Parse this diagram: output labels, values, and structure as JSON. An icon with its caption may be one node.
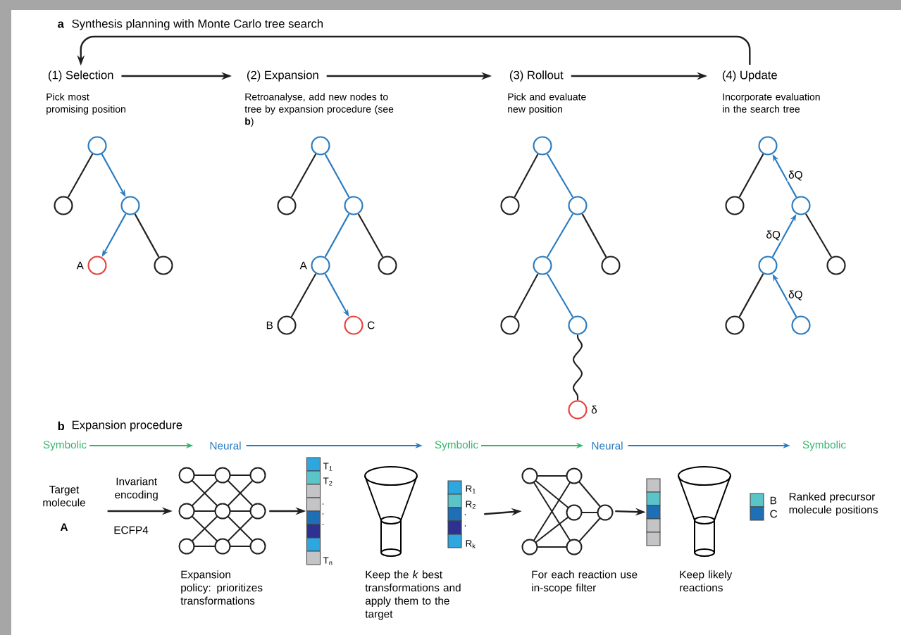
{
  "diagram": {
    "nodes": [
      {
        "text": [
          "(1) Selection"
        ],
        "beside": [
          "Pick most promising position"
        ]
      },
      {
        "text": [
          "(2) Expansion"
        ],
        "beside": [
          "Retroanalyse, add new nodes to tree by expansion procedure (see **b**)"
        ]
      },
      {
        "text": [
          "(3) Rollout"
        ],
        "beside": [
          "Pick and evaluate new position"
        ]
      },
      {
        "text": [
          "(4) Update"
        ],
        "beside": [
          "Incorporate evaluation in the search tree"
        ]
      },
      {
        "text": [],
        "shape": "circle"
      },
      {
        "text": [],
        "shape": "circle"
      },
      {
        "text": [],
        "shape": "circle"
      },
      {
        "text": [],
        "shape": "circle",
        "beside": [
          "A"
        ]
      },
      {
        "text": [],
        "shape": "circle"
      },
      {
        "text": [],
        "shape": "circle"
      },
      {
        "text": [],
        "shape": "circle"
      },
      {
        "text": [],
        "shape": "circle"
      },
      {
        "text": [],
        "shape": "circle",
        "beside": [
          "A"
        ]
      },
      {
        "text": [],
        "shape": "circle"
      },
      {
        "text": [],
        "shape": "circle",
        "beside": [
          "B"
        ]
      },
      {
        "text": [],
        "shape": "circle",
        "beside": [
          "C"
        ]
      },
      {
        "text": [],
        "shape": "circle"
      },
      {
        "text": [],
        "shape": "circle"
      },
      {
        "text": [],
        "shape": "circle"
      },
      {
        "text": [],
        "shape": "circle"
      },
      {
        "text": [],
        "shape": "circle"
      },
      {
        "text": [],
        "shape": "circle"
      },
      {
        "text": [],
        "shape": "circle"
      },
      {
        "text": [],
        "shape": "circle",
        "beside": [
          "δ"
        ]
      },
      {
        "text": [],
        "shape": "circle"
      },
      {
        "text": [],
        "shape": "circle"
      },
      {
        "text": [],
        "shape": "circle"
      },
      {
        "text": [],
        "shape": "circle"
      },
      {
        "text": [],
        "shape": "circle"
      },
      {
        "text": [],
        "shape": "circle"
      },
      {
        "text": [],
        "shape": "circle"
      },
      {
        "text": [
          "Symbolic"
        ]
      },
      {
        "text": [
          "Neural"
        ]
      },
      {
        "text": [
          "Symbolic"
        ]
      },
      {
        "text": [
          "Neural"
        ]
      },
      {
        "text": [
          "Symbolic"
        ]
      },
      {
        "text": [
          "Target molecule",
          "A"
        ]
      },
      {
        "text": [],
        "shape": "picture",
        "beside": [
          "Expansion policy: prioritizes transformations"
        ]
      },
      {
        "text": [],
        "shape": "bar",
        "beside": [
          "T$_{1}$",
          "T$_{2}$",
          ".",
          ".",
          ".",
          "T$_{n}$"
        ]
      },
      {
        "text": [],
        "shape": "picture",
        "beside": [
          "Keep the *k* best transformations and apply them to the target"
        ]
      },
      {
        "text": [],
        "shape": "bar",
        "beside": [
          "R$_{1}$",
          "R$_{2}$",
          ".",
          ".",
          "R$_{k}$"
        ]
      },
      {
        "text": [],
        "shape": "picture",
        "beside": [
          "For each reaction use in-scope filter"
        ]
      },
      {
        "text": [],
        "shape": "bar"
      },
      {
        "text": [],
        "shape": "picture",
        "beside": [
          "Keep likely reactions"
        ]
      }
    ],
    "edges": [
      {
        "from": 0,
        "to": 1,
        "arrow": "to"
      },
      {
        "from": 1,
        "to": 2,
        "arrow": "to"
      },
      {
        "from": 2,
        "to": 3,
        "arrow": "to"
      },
      {
        "from": 3,
        "to": 0,
        "arrow": "to"
      },
      {
        "from": 4,
        "to": 5,
        "arrow": "none"
      },
      {
        "from": 4,
        "to": 6,
        "arrow": "to",
        "color": "#2a7bbf"
      },
      {
        "from": 6,
        "to": 7,
        "arrow": "to",
        "color": "#2a7bbf"
      },
      {
        "from": 6,
        "to": 8,
        "arrow": "none"
      },
      {
        "from": 9,
        "to": 10,
        "arrow": "none"
      },
      {
        "from": 9,
        "to": 11,
        "arrow": "none",
        "color": "#2a7bbf"
      },
      {
        "from": 11,
        "to": 12,
        "arrow": "none",
        "color": "#2a7bbf"
      },
      {
        "from": 11,
        "to": 13,
        "arrow": "none"
      },
      {
        "from": 12,
        "to": 14,
        "arrow": "none"
      },
      {
        "from": 12,
        "to": 15,
        "arrow": "to",
        "color": "#2a7bbf"
      },
      {
        "from": 16,
        "to": 17,
        "arrow": "none"
      },
      {
        "from": 16,
        "to": 18,
        "arrow": "none",
        "color": "#2a7bbf"
      },
      {
        "from": 18,
        "to": 19,
        "arrow": "none",
        "color": "#2a7bbf"
      },
      {
        "from": 18,
        "to": 20,
        "arrow": "none"
      },
      {
        "from": 19,
        "to": 21,
        "arrow": "none"
      },
      {
        "from": 19,
        "to": 22,
        "arrow": "none",
        "color": "#2a7bbf"
      },
      {
        "from": 22,
        "to": 23,
        "arrow": "none"
      },
      {
        "from": 24,
        "to": 25,
        "arrow": "none"
      },
      {
        "from": 26,
        "to": 24,
        "arrow": "to",
        "color": "#2a7bbf",
        "label": "δQ"
      },
      {
        "from": 26,
        "to": 28,
        "arrow": "none"
      },
      {
        "from": 27,
        "to": 26,
        "arrow": "to",
        "color": "#2a7bbf",
        "label": "δQ"
      },
      {
        "from": 27,
        "to": 29,
        "arrow": "none"
      },
      {
        "from": 30,
        "to": 27,
        "arrow": "to",
        "color": "#2a7bbf",
        "label": "δQ"
      },
      {
        "from": 31,
        "to": 32,
        "arrow": "to",
        "color": "#35b56e"
      },
      {
        "from": 32,
        "to": 33,
        "arrow": "to",
        "color": "#2a7bbf"
      },
      {
        "from": 33,
        "to": 34,
        "arrow": "to",
        "color": "#35b56e"
      },
      {
        "from": 34,
        "to": 35,
        "arrow": "to",
        "color": "#2a7bbf"
      },
      {
        "from": 36,
        "to": 37,
        "arrow": "to",
        "label": "Invariant encoding"
      },
      {
        "from": 37,
        "to": 38,
        "arrow": "to"
      },
      {
        "from": 40,
        "to": 41,
        "arrow": "to"
      },
      {
        "from": 41,
        "to": 42,
        "arrow": "to"
      }
    ],
    "labels": [
      "a",
      "Synthesis planning with Monte Carlo tree search",
      "b",
      "Expansion procedure",
      "ECFP4",
      "Ranked precursor molecule positions"
    ],
    "legend": [
      {
        "text": "B",
        "color": "#5bc4c9"
      },
      {
        "text": "C",
        "color": "#1e6fb5"
      }
    ]
  }
}
